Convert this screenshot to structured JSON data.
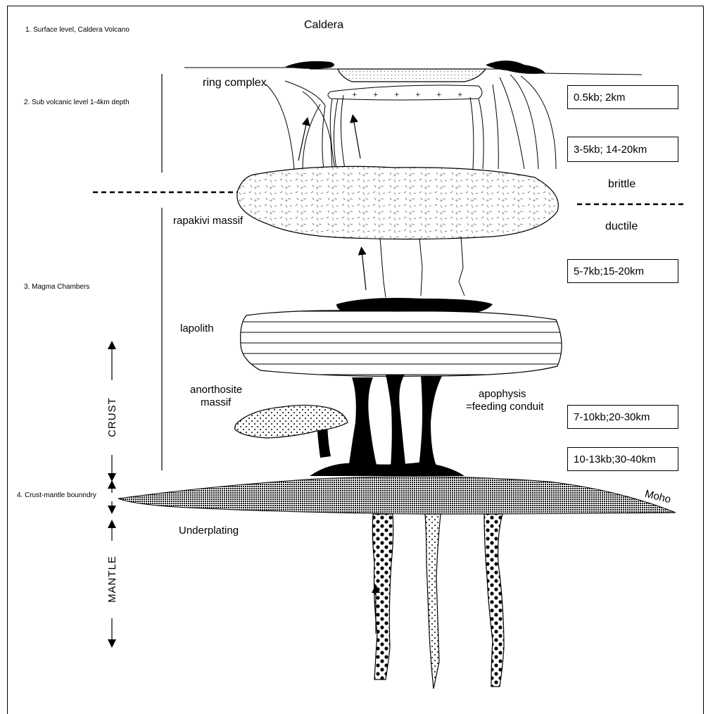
{
  "levels": {
    "surface": "1. Surface level, Caldera Volcano",
    "subvolcanic": "2. Sub volcanic level 1-4km depth",
    "magma_chambers": "3. Magma Chambers",
    "crust_mantle": "4. Crust-mantle bounndry"
  },
  "labels": {
    "caldera": "Caldera",
    "ring_complex": "ring complex",
    "rapakivi": "rapakivi massif",
    "brittle": "brittle",
    "ductile": "ductile",
    "lapolith": "lapolith",
    "anorthosite_1": "anorthosite",
    "anorthosite_2": "massif",
    "apophysis_1": "apophysis",
    "apophysis_2": "=feeding conduit",
    "moho": "Moho",
    "underplating": "Underplating",
    "crust": "CRUST",
    "mantle": "MANTLE"
  },
  "pressure_depth": [
    "0.5kb; 2km",
    "3-5kb; 14-20km",
    "5-7kb;15-20km",
    "7-10kb;20-30km",
    "10-13kb;30-40km"
  ]
}
